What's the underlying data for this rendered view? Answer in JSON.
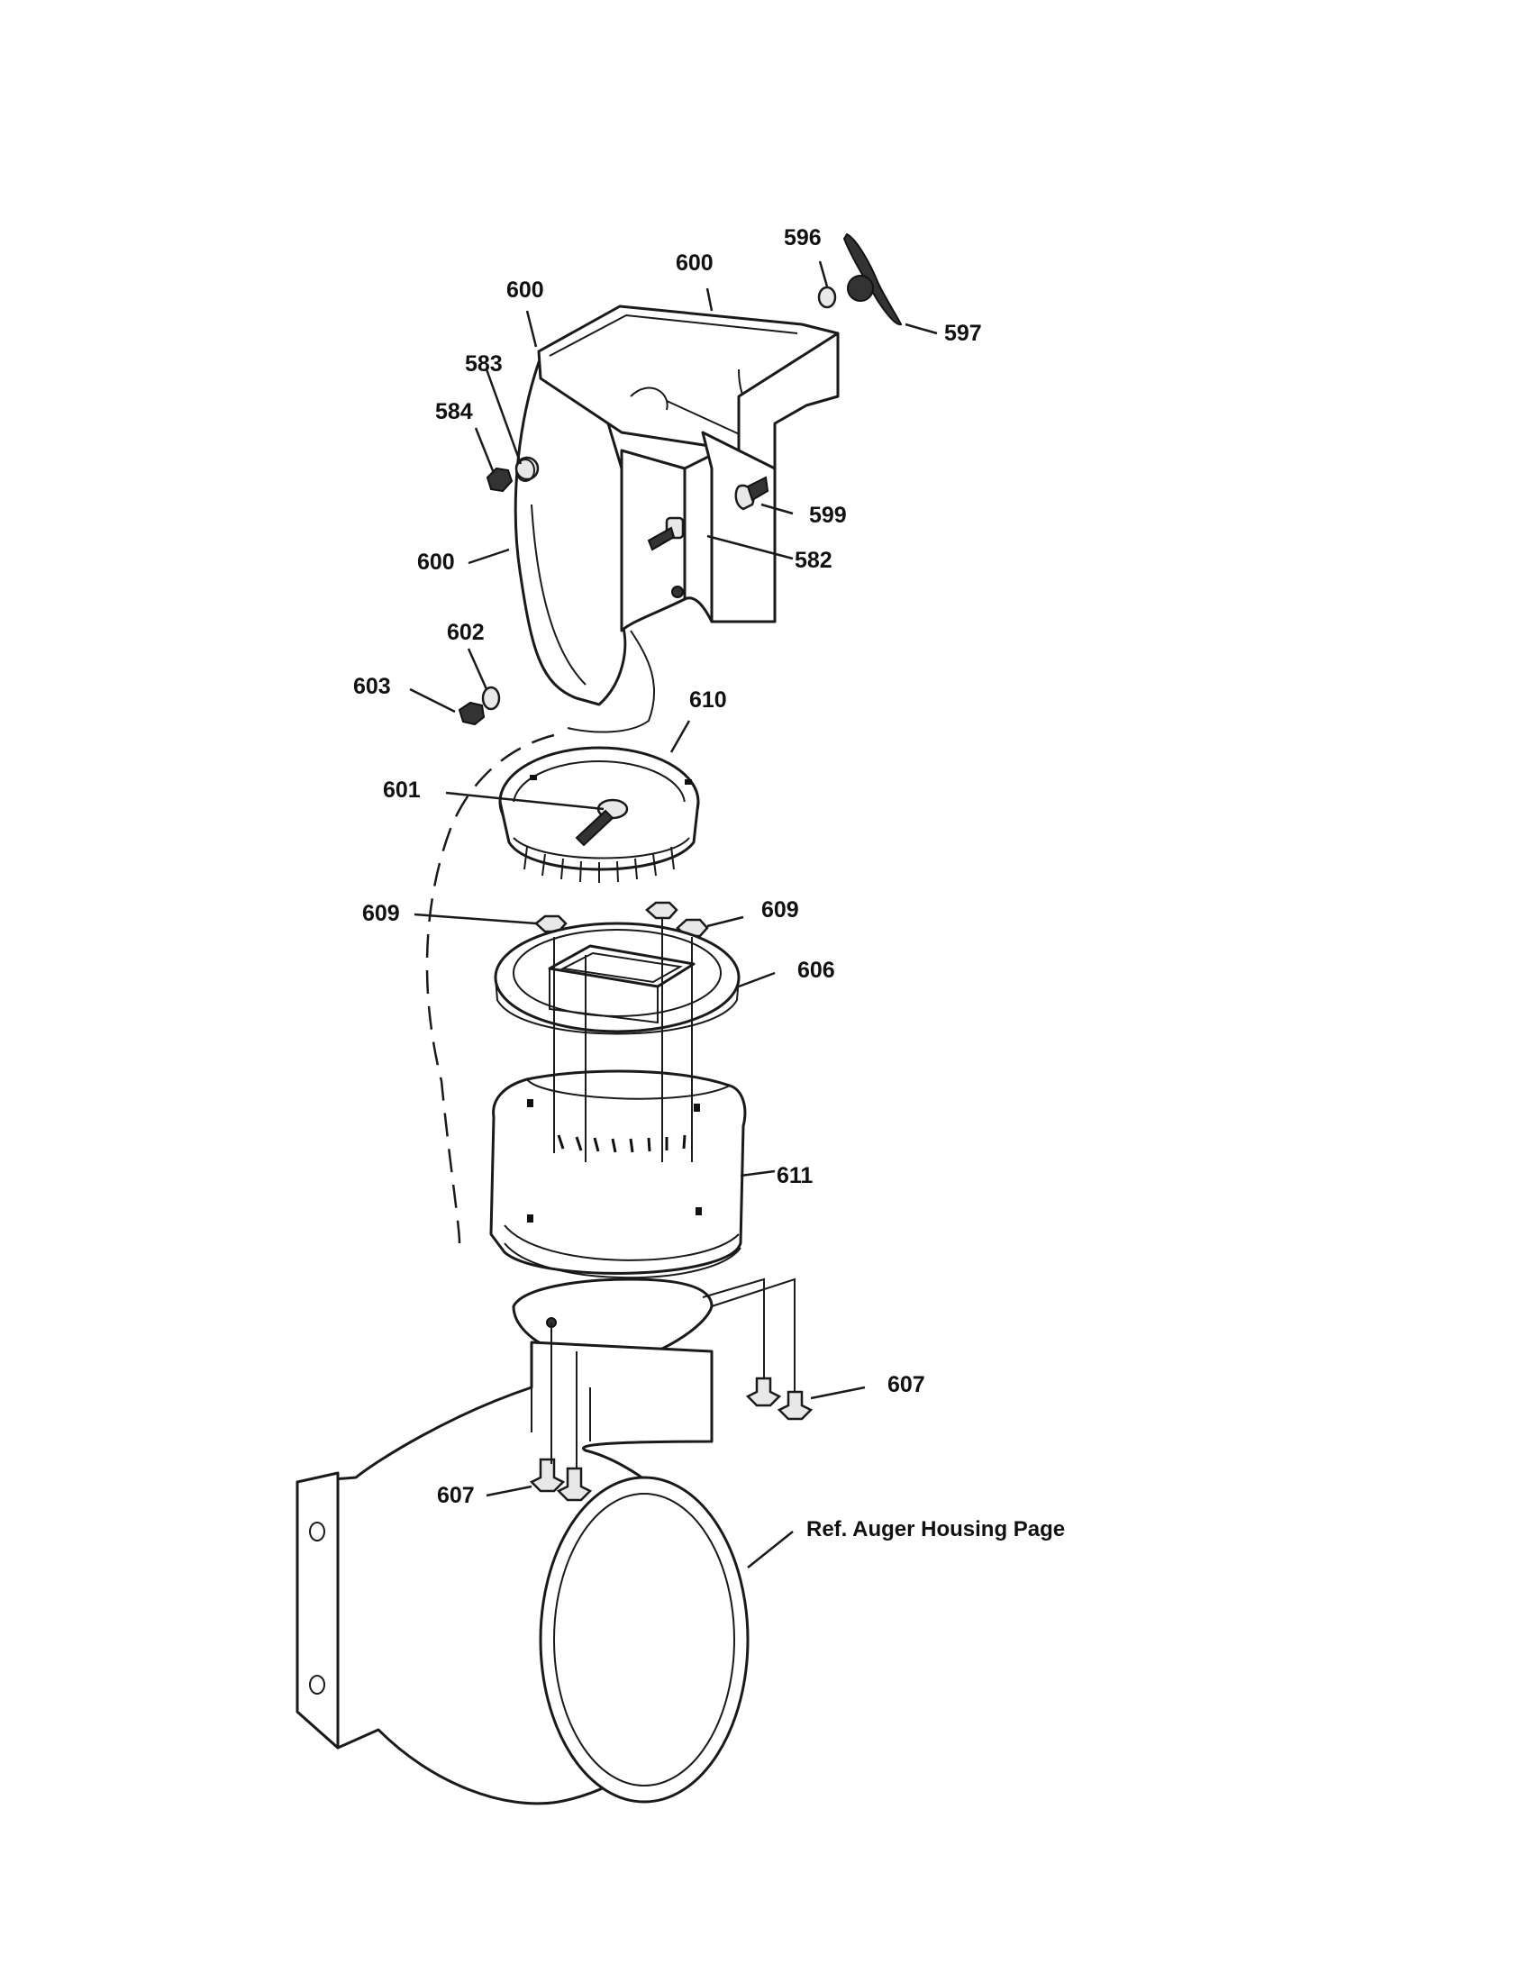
{
  "labels": {
    "l596": "596",
    "l597": "597",
    "l600_top": "600",
    "l600_left": "600",
    "l600_side": "600",
    "l583": "583",
    "l584": "584",
    "l599": "599",
    "l582": "582",
    "l602": "602",
    "l603": "603",
    "l610": "610",
    "l601": "601",
    "l609_left": "609",
    "l609_right": "609",
    "l606": "606",
    "l611": "611",
    "l607_right": "607",
    "l607_left": "607",
    "ref": "Ref. Auger Housing Page"
  }
}
